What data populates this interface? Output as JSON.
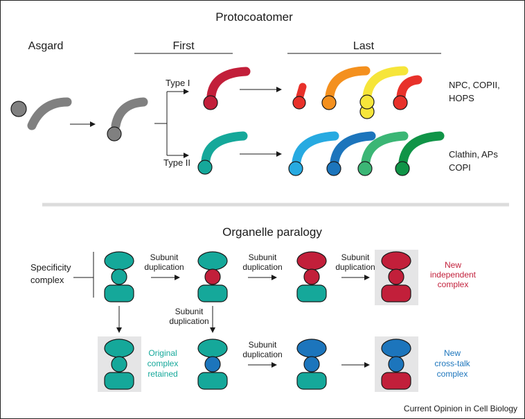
{
  "top": {
    "title": "Protocoatomer",
    "asgard": "Asgard",
    "first": "First",
    "last": "Last",
    "type1": "Type I",
    "type2": "Type II",
    "right1_line1": "NPC, COPII,",
    "right1_line2": "HOPS",
    "right2_line1": "Clathin, APs",
    "right2_line2": "COPI"
  },
  "bottom": {
    "title": "Organelle paralogy",
    "specificity_line1": "Specificity",
    "specificity_line2": "complex",
    "dup_line1": "Subunit",
    "dup_line2": "duplication",
    "new_indep": [
      "New",
      "independent",
      "complex"
    ],
    "original": [
      "Original",
      "complex",
      "retained"
    ],
    "new_cross": [
      "New",
      "cross-talk",
      "complex"
    ]
  },
  "footer": "Current Opinion in Cell Biology",
  "colors": {
    "gray": "#808080",
    "dark_red": "#c21f3a",
    "red": "#e8312a",
    "orange": "#f4901e",
    "yellow": "#f6e53a",
    "teal": "#15a89a",
    "light_blue": "#27aae1",
    "blue": "#1c75bc",
    "green": "#3bb675",
    "dark_green": "#109447",
    "red_label": "#c21f3a",
    "teal_label": "#15a89a",
    "blue_label": "#1c75bc",
    "box_gray": "#e5e5e6",
    "divider": "#dcdcdc"
  }
}
